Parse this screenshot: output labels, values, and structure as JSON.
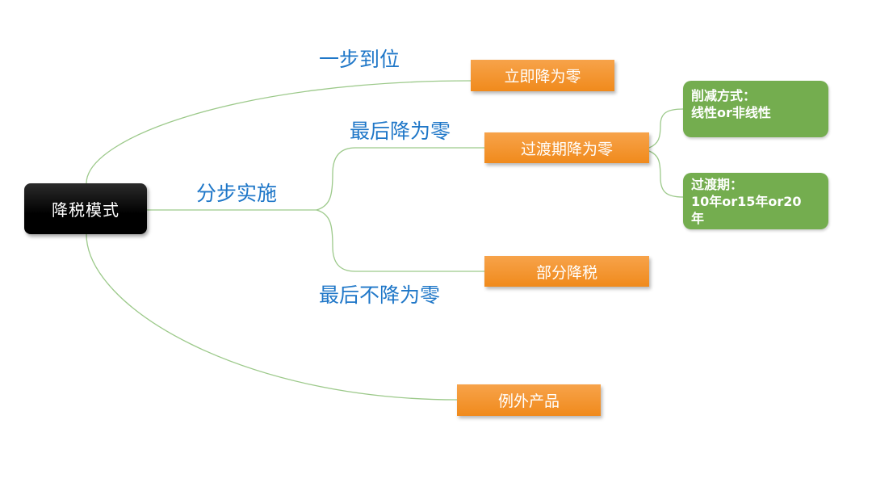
{
  "root": {
    "label": "降税模式"
  },
  "nodes": {
    "immediate": "立即降为零",
    "transition": "过渡期降为零",
    "partial": "部分降税",
    "exception": "例外产品",
    "method": "削减方式：\n线性or非线性",
    "period": "过渡期：\n10年or15年or20\n年"
  },
  "edge_labels": {
    "one_step": "一步到位",
    "phased": "分步实施",
    "eventually_zero": "最后降为零",
    "not_zero": "最后不降为零"
  },
  "colors": {
    "root": "#000000",
    "orange_node": "#f08a1c",
    "green_node": "#74ad4f",
    "edge_label": "#1f77c8",
    "connector": "#9cc98a"
  }
}
